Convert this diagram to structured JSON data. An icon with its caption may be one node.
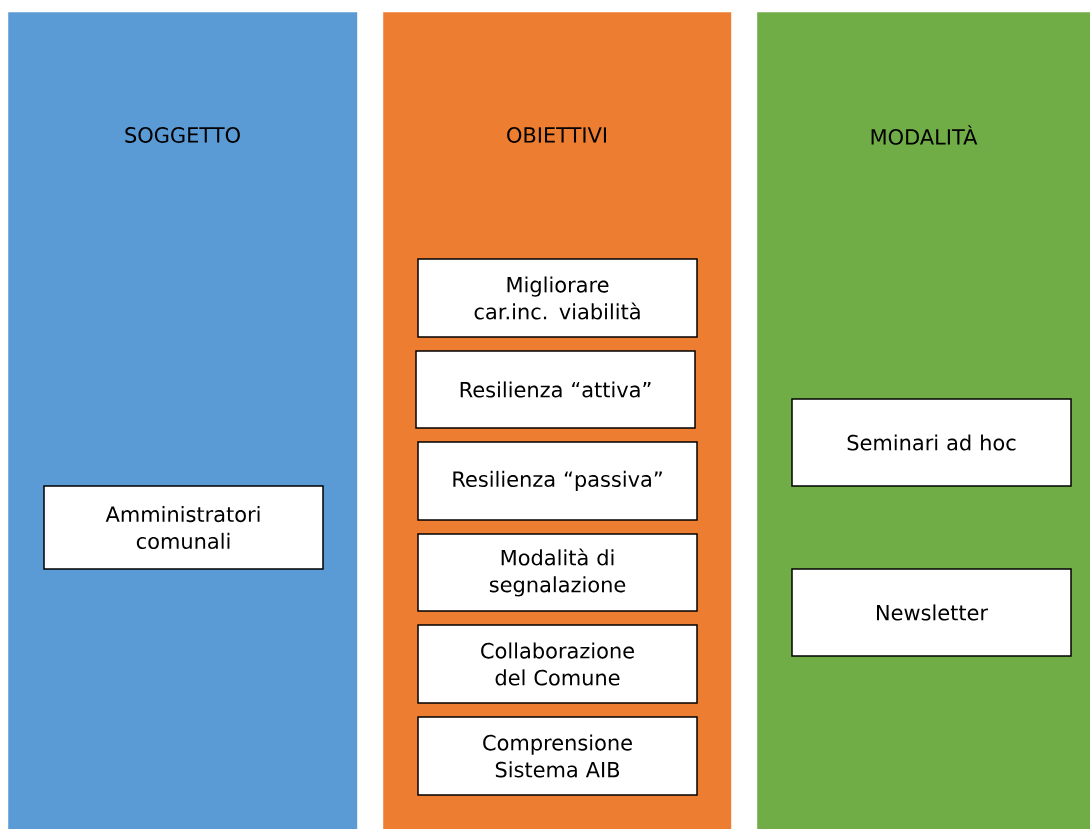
{
  "diagram": {
    "nodes": [
      {
        "text": [
          "SOGGETTO"
        ]
      },
      {
        "text": [
          "Amministratori comunali"
        ],
        "in": 0
      },
      {
        "text": [
          "OBIETTIVI"
        ]
      },
      {
        "text": [
          "Migliorare car.inc. viabilità"
        ],
        "in": 2
      },
      {
        "text": [
          "Resilienza “attiva”"
        ],
        "in": 2
      },
      {
        "text": [
          "Resilienza “passiva”"
        ],
        "in": 2
      },
      {
        "text": [
          "Modalità di segnalazione"
        ],
        "in": 2
      },
      {
        "text": [
          "Collaborazione del Comune"
        ],
        "in": 2
      },
      {
        "text": [
          "Comprensione Sistema AIB"
        ],
        "in": 2
      },
      {
        "text": [
          "MODALITÀ"
        ]
      },
      {
        "text": [
          "Seminari ad hoc"
        ],
        "in": 9
      },
      {
        "text": [
          "Newsletter"
        ],
        "in": 9
      }
    ]
  }
}
